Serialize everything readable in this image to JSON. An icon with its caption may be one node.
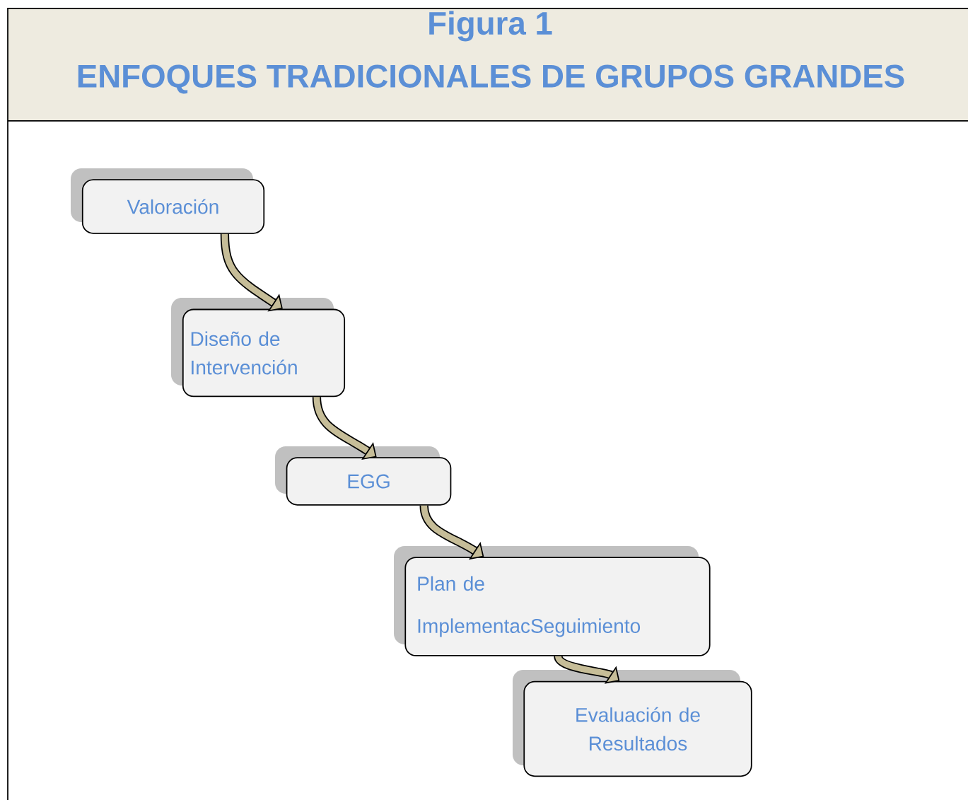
{
  "diagram": {
    "title": "Figura 1",
    "nodes": [
      {
        "text": [
          "Valoración"
        ]
      },
      {
        "text": [
          "Diseño de Intervención"
        ]
      },
      {
        "text": [
          "EGG"
        ]
      },
      {
        "text": [
          "Plan de ImplementacSeguimiento"
        ]
      },
      {
        "text": [
          "Evaluación de Resultados"
        ]
      }
    ],
    "edges": [
      {
        "from": 0,
        "to": 1,
        "arrow": "to"
      },
      {
        "from": 1,
        "to": 2,
        "arrow": "to"
      },
      {
        "from": 2,
        "to": 3,
        "arrow": "to"
      },
      {
        "from": 3,
        "to": 4,
        "arrow": "to"
      }
    ],
    "labels": [
      "ENFOQUES TRADICIONALES DE GRUPOS GRANDES"
    ]
  }
}
